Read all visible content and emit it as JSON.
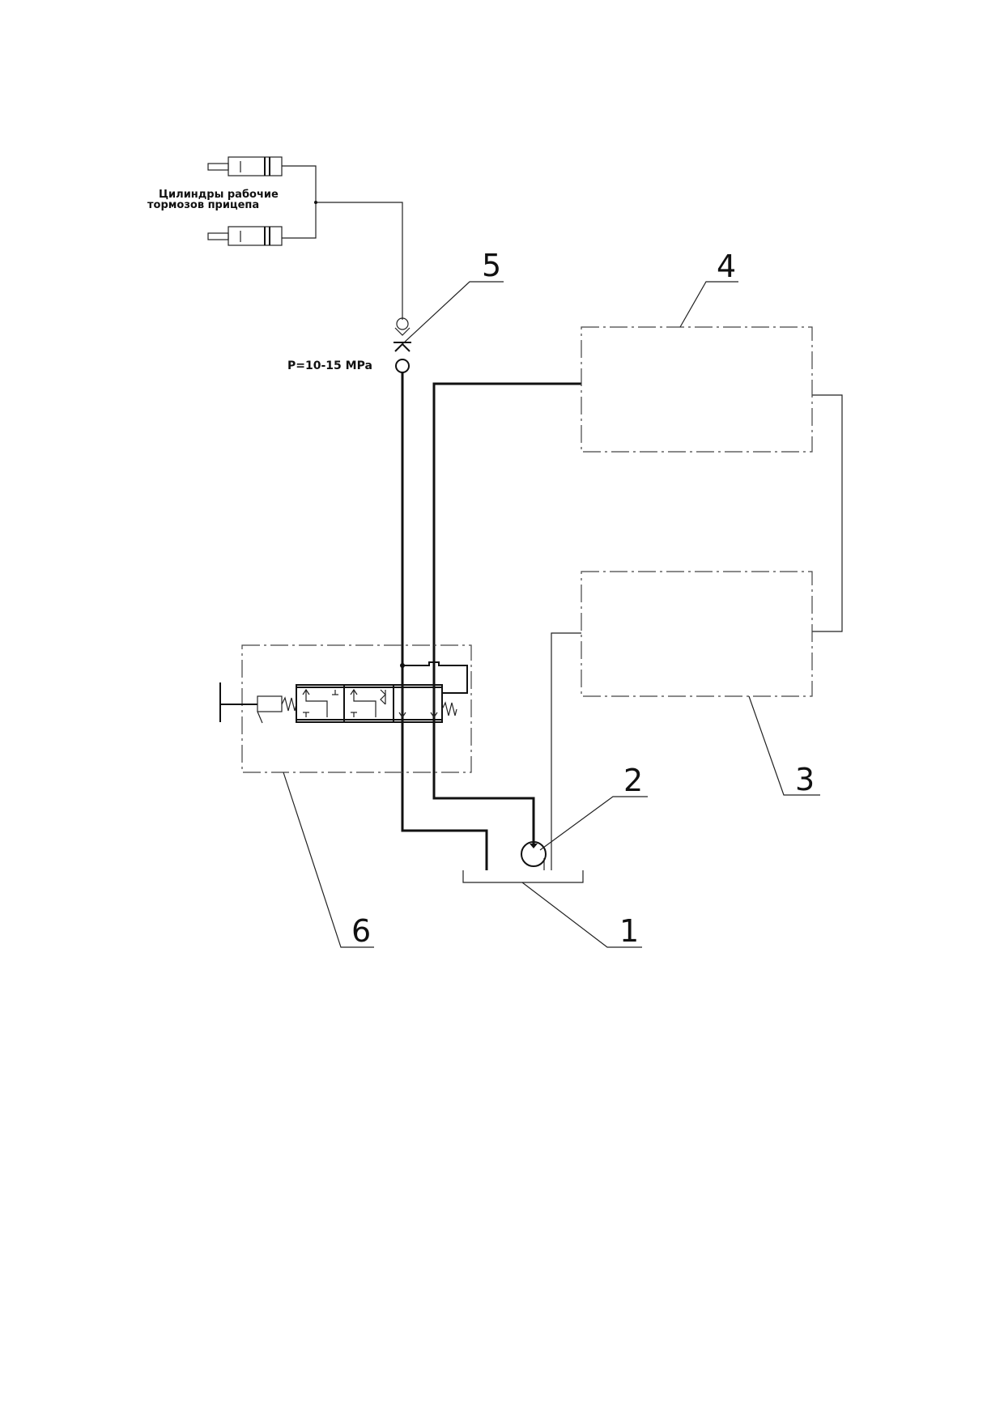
{
  "labels": {
    "cylinders_line1": "Цилиндры рабочие",
    "cylinders_line2": "тормозов прицепа",
    "pressure": "P=10-15 MPa"
  },
  "callouts": [
    "1",
    "2",
    "3",
    "4",
    "5",
    "6"
  ]
}
